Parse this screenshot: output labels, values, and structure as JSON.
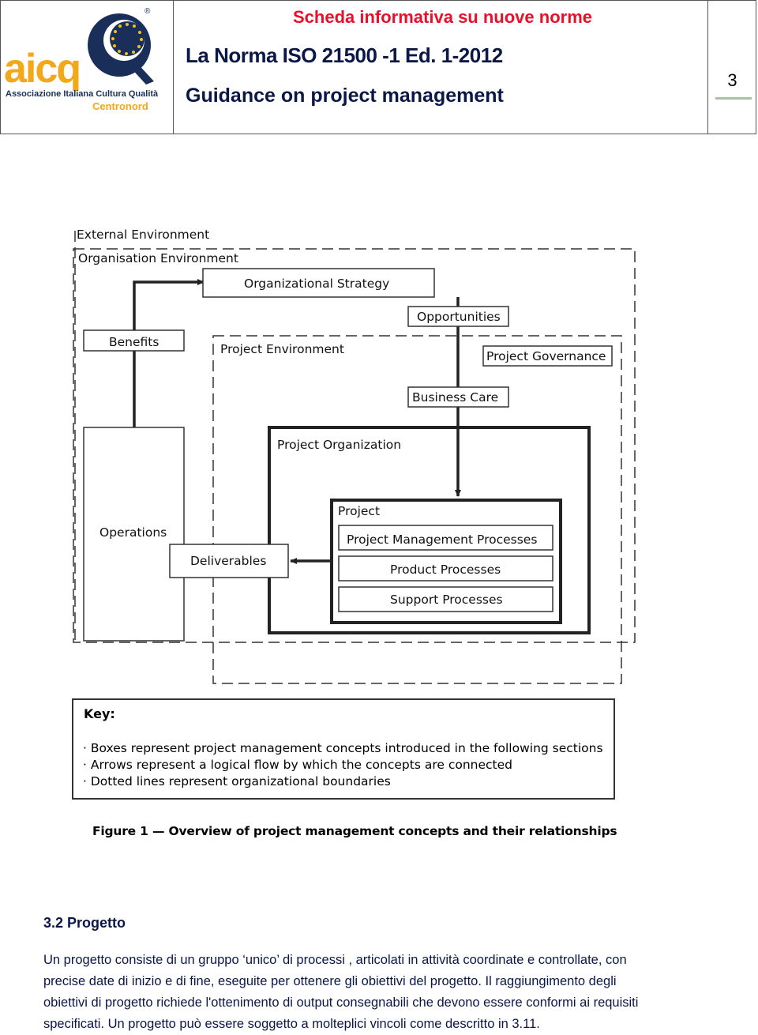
{
  "header": {
    "logo": {
      "wordmark": "aicq",
      "subtitle": "Associazione Italiana Cultura Qualità",
      "region": "Centronord",
      "registered": "®"
    },
    "top_label": "Scheda informativa su nuove norme",
    "norm_title": "La Norma ISO 21500 -1 Ed. 1-2012",
    "guide_title": "Guidance on project management",
    "page_number": "3"
  },
  "diagram": {
    "labels": {
      "external_environment": "External Environment",
      "organisation_environment": "Organisation Environment",
      "organizational_strategy": "Organizational Strategy",
      "opportunities": "Opportunities",
      "benefits": "Benefits",
      "project_environment": "Project Environment",
      "project_governance": "Project Governance",
      "business_case": "Business Care",
      "project_organization": "Project Organization",
      "operations": "Operations",
      "project": "Project",
      "pm_processes": "Project Management Processes",
      "product_processes": "Product Processes",
      "support_processes": "Support Processes",
      "deliverables": "Deliverables"
    },
    "key": {
      "title": "Key:",
      "items": [
        "· Boxes represent project management concepts introduced in the following sections",
        "· Arrows represent a logical flow by which the concepts are connected",
        "· Dotted lines represent organizational boundaries"
      ]
    },
    "caption": "Figure 1  — Overview of project management concepts and their relationships"
  },
  "section": {
    "title": "3.2 Progetto",
    "lines": [
      "Un progetto consiste di un gruppo ‘unico’ di processi , articolati in attività coordinate e controllate, con",
      "precise date di inizio e di fine, eseguite per ottenere gli obiettivi del progetto. Il raggiungimento degli",
      "obiettivi di progetto richiede l'ottenimento di output consegnabili che devono essere conformi ai requisiti",
      "specificati. Un progetto può essere soggetto a molteplici vincoli come descritto in 3.11."
    ]
  },
  "colors": {
    "header_red": "#e8102a",
    "header_navy": "#0b1747",
    "logo_orange": "#f2a81a",
    "page_bar_green": "#a7c3a2"
  }
}
